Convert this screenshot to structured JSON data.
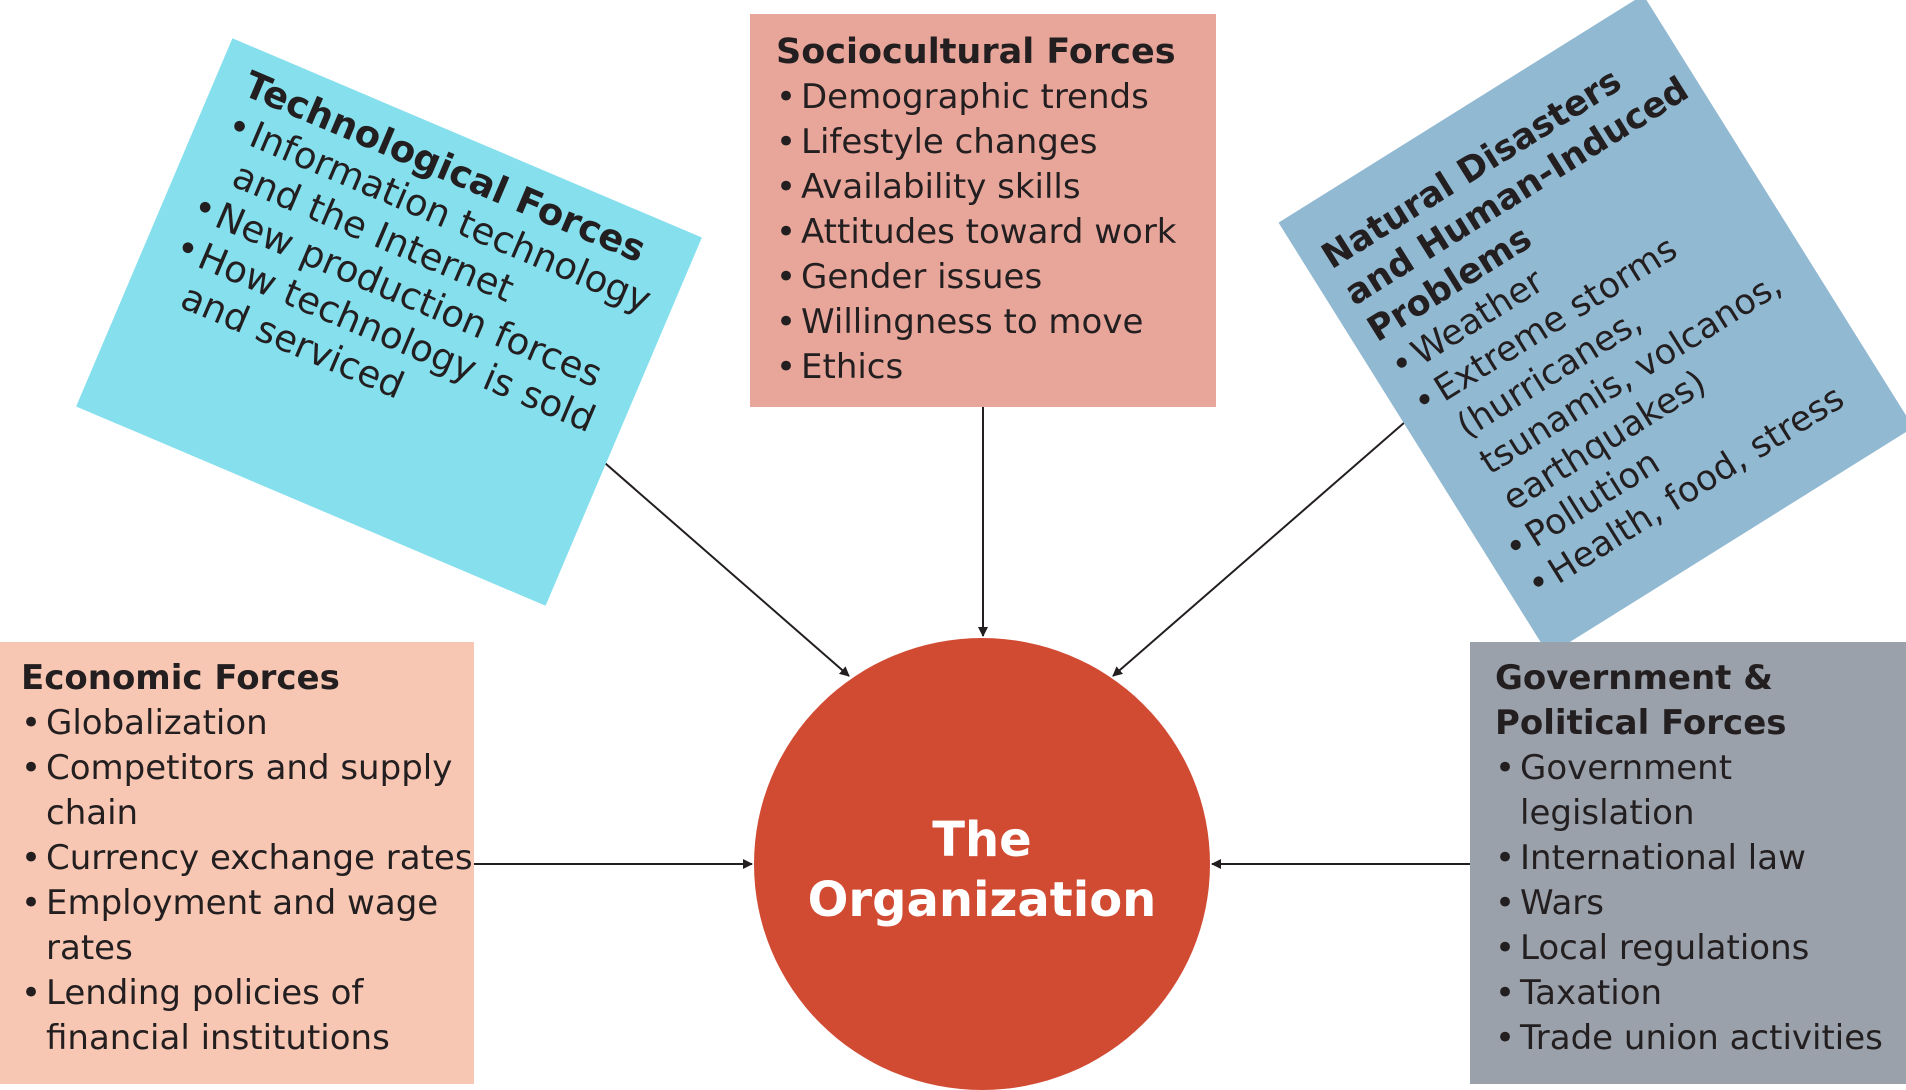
{
  "center": {
    "line1": "The",
    "line2": "Organization"
  },
  "boxes": {
    "sociocultural": {
      "title": "Sociocultural Forces",
      "color": "#e8a69b",
      "items": [
        "Demographic trends",
        "Lifestyle changes",
        "Availability skills",
        "Attitudes toward work",
        "Gender issues",
        "Willingness to move",
        "Ethics"
      ]
    },
    "technological": {
      "title": "Technological Forces",
      "color": "#85dfed",
      "items": [
        "Information technology and the Internet",
        "New production forces",
        "How technology is sold and serviced"
      ]
    },
    "natural": {
      "title": "Natural Disasters and Human-Induced Problems",
      "color": "#92b9d2",
      "items": [
        "Weather",
        "Extreme storms (hurricanes, tsunamis, volcanos, earthquakes)",
        "Pollution",
        "Health, food, stress"
      ]
    },
    "economic": {
      "title": "Economic Forces",
      "color": "#f8c7b3",
      "items": [
        "Globalization",
        "Competitors and supply chain",
        "Currency exchange rates",
        "Employment and wage rates",
        "Lending policies of financial institutions"
      ]
    },
    "government": {
      "title": "Government & Political Forces",
      "color": "#9aa1aa",
      "items": [
        "Government legislation",
        "International law",
        "Wars",
        "Local regulations",
        "Taxation",
        "Trade union activities"
      ]
    }
  },
  "colors": {
    "center": "#d14b33",
    "center_text": "#ffffff",
    "arrow": "#231f20"
  }
}
